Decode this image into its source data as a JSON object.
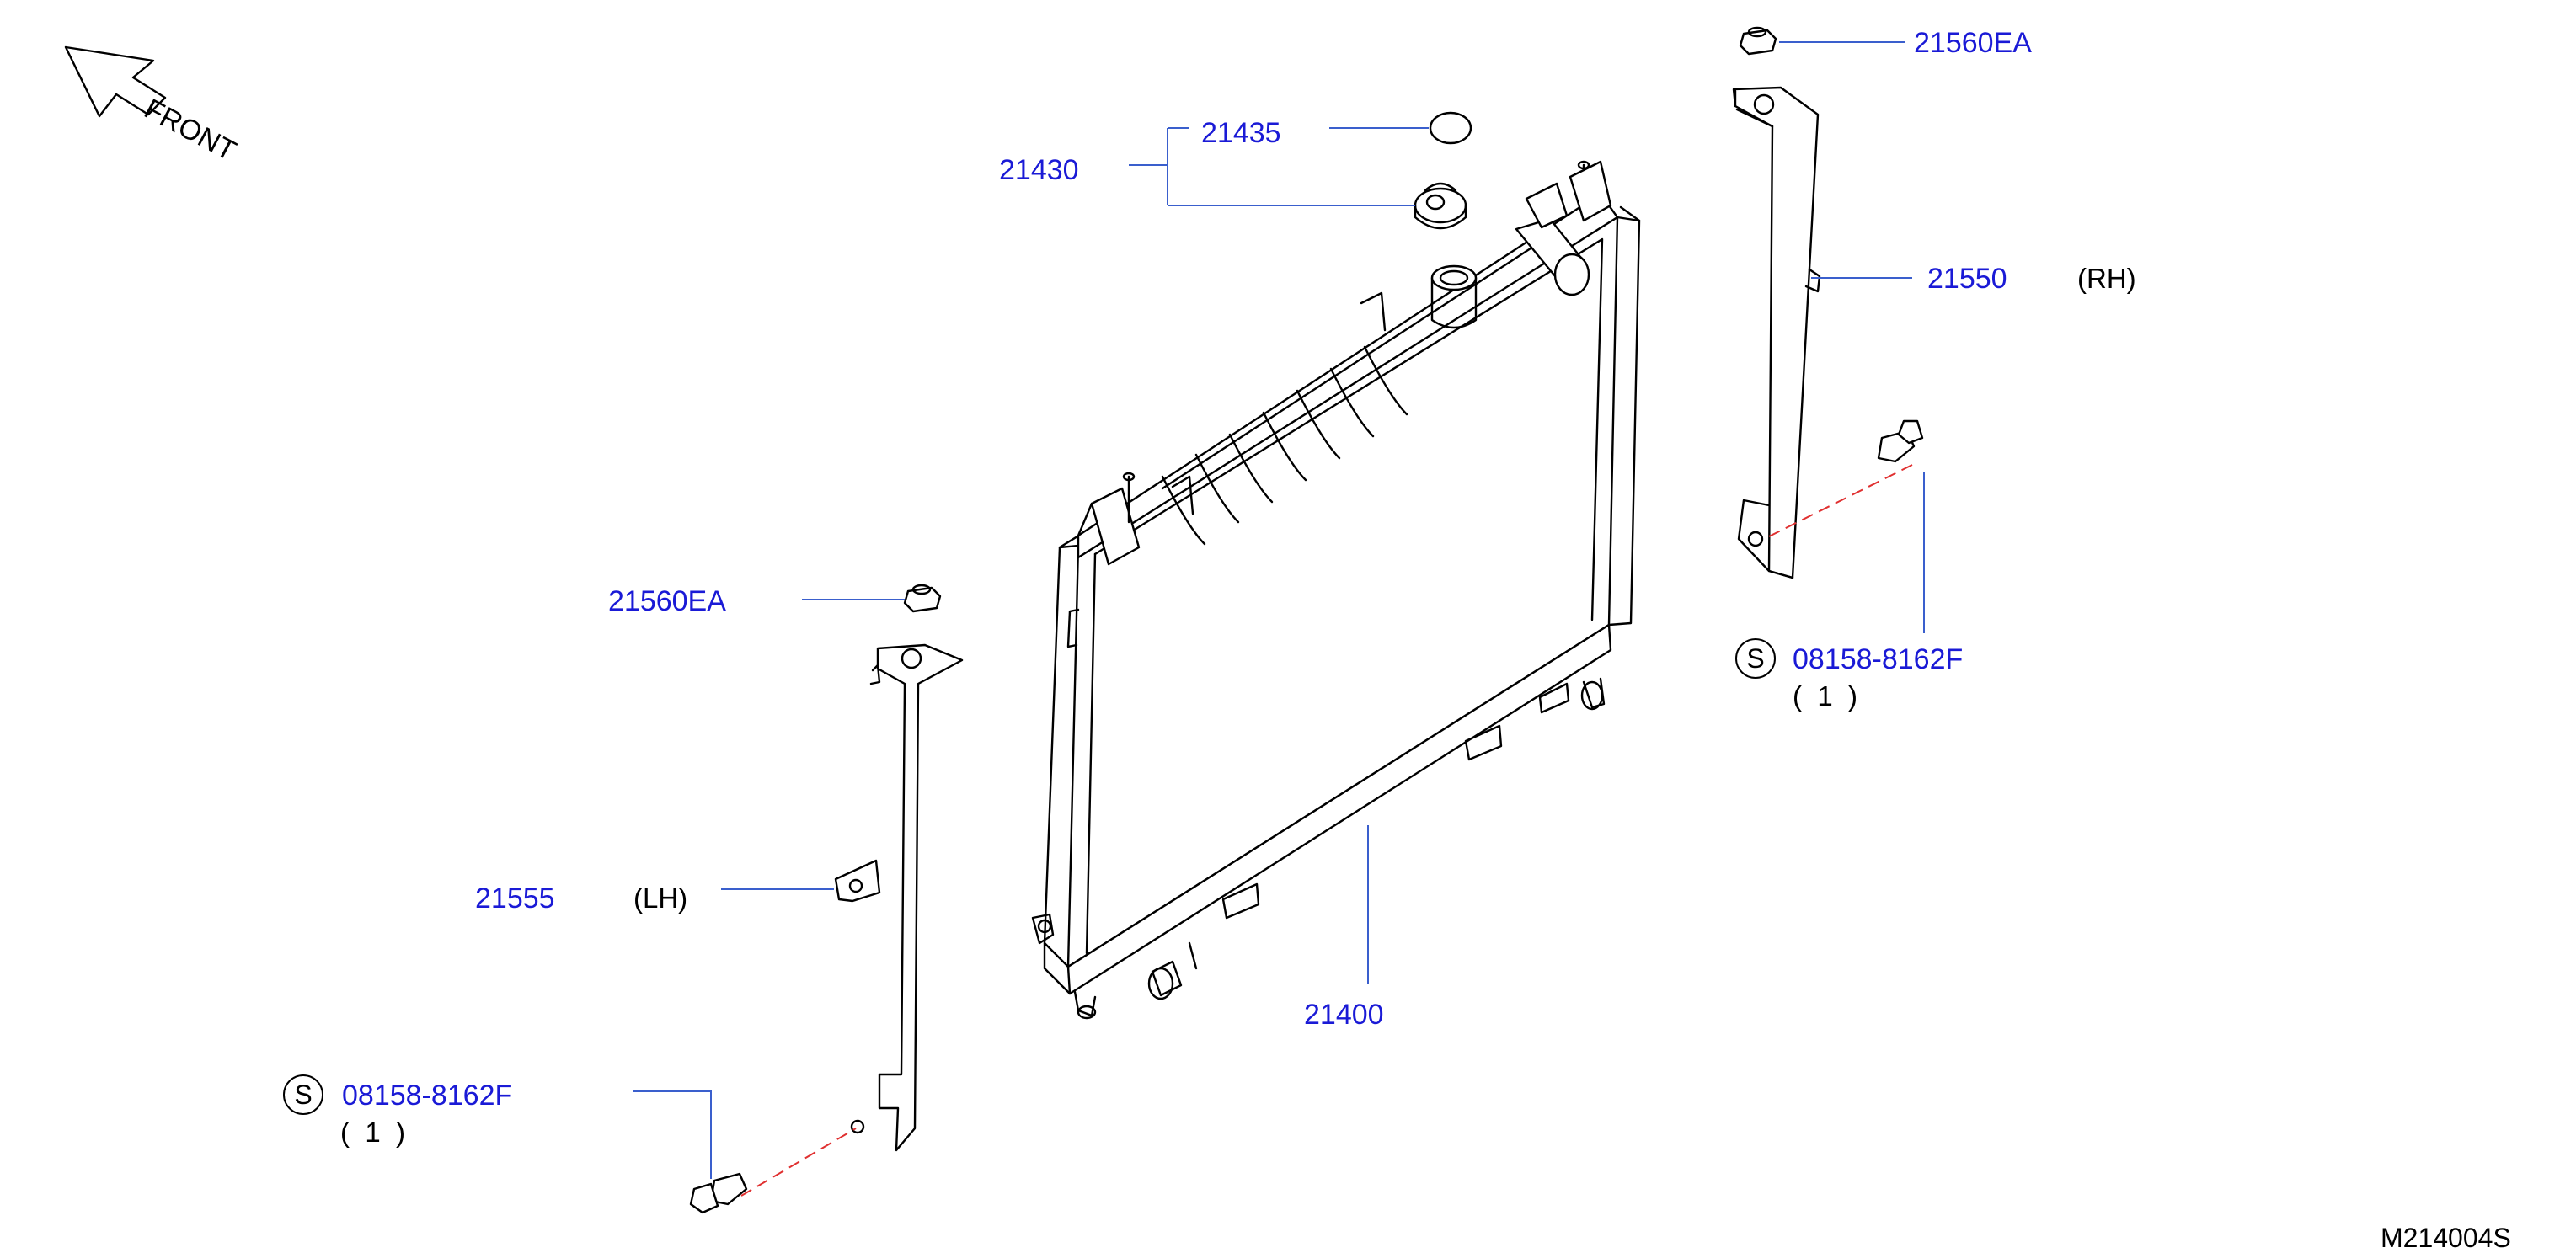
{
  "diagram": {
    "front_label": "FRONT",
    "code": "M214004S",
    "s_marker": "S",
    "labels": {
      "p21430": "21430",
      "p21435": "21435",
      "p21560ea_right": "21560EA",
      "p21550": "21550",
      "side_rh": "(RH)",
      "p21560ea_left": "21560EA",
      "p21555": "21555",
      "side_lh": "(LH)",
      "p21400": "21400",
      "bolt_right": "08158-8162F",
      "qty_right": "(  1  )",
      "bolt_left": "08158-8162F",
      "qty_left": "(  1  )"
    },
    "colors": {
      "label_blue": "#1a1ad6",
      "leader_blue": "#3a5fcd",
      "dashed_red": "#e03030",
      "line_black": "#000000"
    }
  }
}
